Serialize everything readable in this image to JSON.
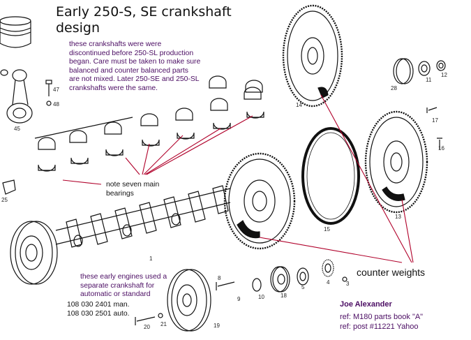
{
  "title": {
    "line1": "Early 250-S, SE crankshaft",
    "line2": "design"
  },
  "notes": {
    "discontinued": [
      "these crankshafts were were",
      "discontinued before 250-SL production",
      "began. Care must be taken to make sure",
      "balanced and counter balanced parts",
      "are not mixed. Later 250-SE and 250-SL",
      "crankshafts were the same."
    ],
    "bearings": [
      "note seven main",
      "bearings"
    ],
    "early_engines": [
      "these early engines used a",
      "separate crankshaft for",
      "automatic or standard",
      "108 030 2401 man.",
      "108 030 2501 auto."
    ],
    "counter_weights": "counter weights"
  },
  "credits": {
    "author": "Joe Alexander",
    "ref1": "ref: M180 parts book \"A\"",
    "ref2": "ref: post #11221 Yahoo"
  },
  "part_numbers": {
    "p47": "47",
    "p48": "48",
    "p45": "45",
    "p25": "25",
    "p1": "1",
    "p14": "14",
    "p28": "28",
    "p11": "11",
    "p12": "12",
    "p17": "17",
    "p16": "16",
    "p13": "13",
    "p15": "15",
    "p8": "8",
    "p9": "9",
    "p10": "10",
    "p18": "18",
    "p5": "5",
    "p4": "4",
    "p3": "3",
    "p19": "19",
    "p20": "20",
    "p21": "21"
  },
  "colors": {
    "note_text": "#4b0d63",
    "annotation_lines": "#b0002a",
    "drawing": "#111111"
  }
}
